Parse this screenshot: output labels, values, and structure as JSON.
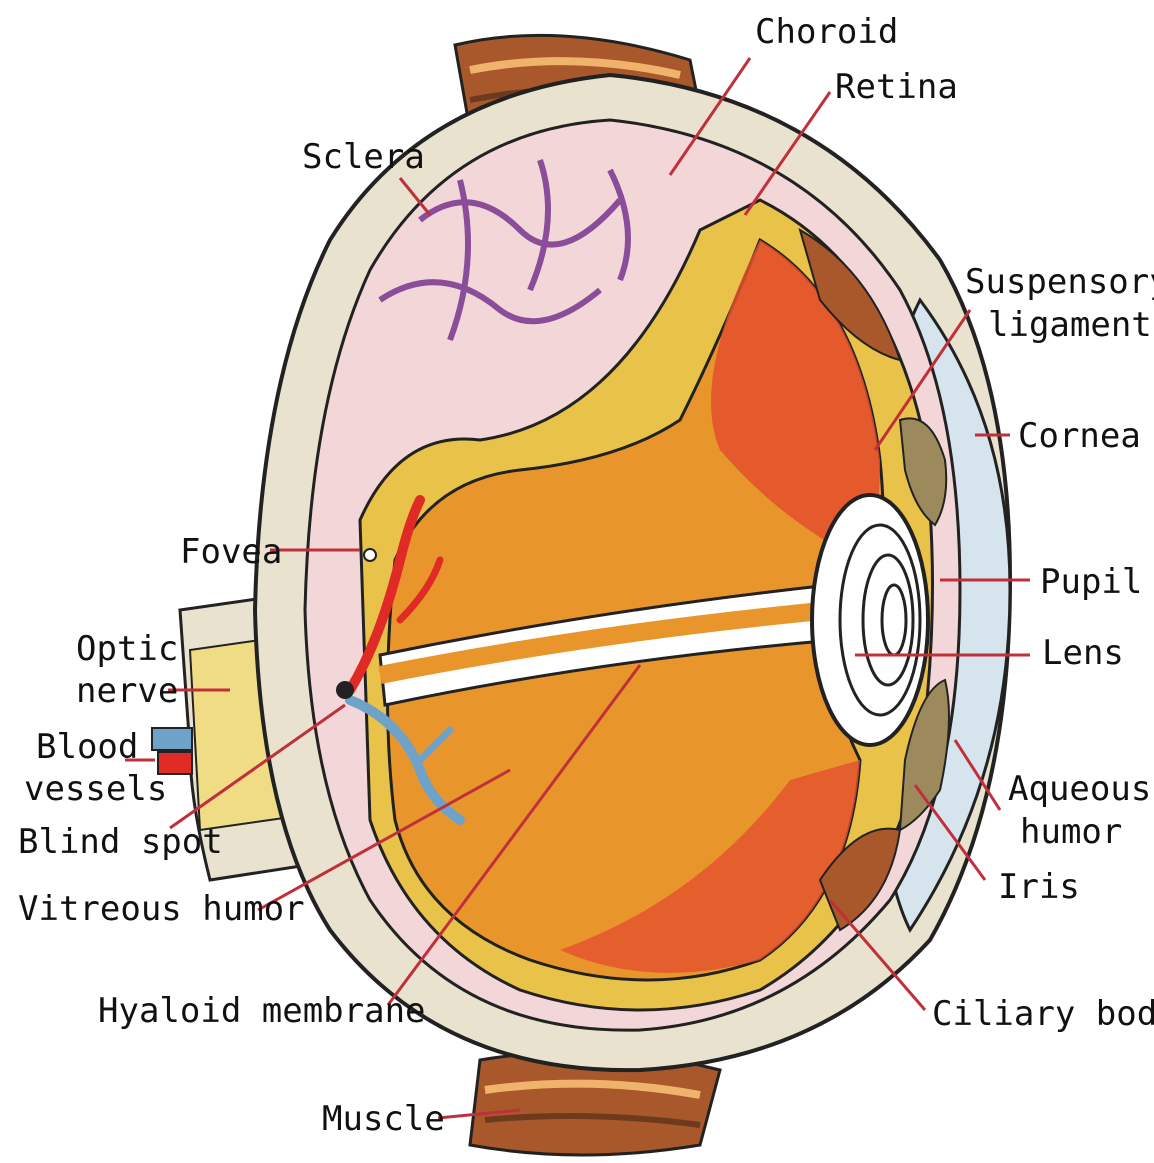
{
  "colors": {
    "background": "#ffffff",
    "sclera": "#e8e2cf",
    "sclera_outline": "#222222",
    "choroid": "#f3d6d8",
    "vessels": "#8a4d9a",
    "retina": "#e9c24a",
    "vitreous": "#e8962c",
    "vitreous_dark": "#e3502e",
    "nerve": "#f1dc86",
    "muscle": "#a9582c",
    "cornea": "#d6e4ee",
    "iris": "#9c8a5c",
    "blood_red": "#e02a25",
    "blood_blue": "#6fa2c8",
    "leader": "#c0303a"
  },
  "labels": {
    "choroid": "Choroid",
    "retina": "Retina",
    "sclera": "Sclera",
    "suspensory_1": "Suspensory",
    "suspensory_2": "ligament",
    "cornea": "Cornea",
    "fovea": "Fovea",
    "pupil": "Pupil",
    "optic_1": "Optic",
    "optic_2": "nerve",
    "lens": "Lens",
    "blood_1": "Blood",
    "blood_2": "vessels",
    "aqueous_1": "Aqueous",
    "aqueous_2": "humor",
    "blind_spot": "Blind spot",
    "iris": "Iris",
    "vitreous": "Vitreous humor",
    "ciliary": "Ciliary body",
    "hyaloid": "Hyaloid membrane",
    "muscle": "Muscle"
  }
}
